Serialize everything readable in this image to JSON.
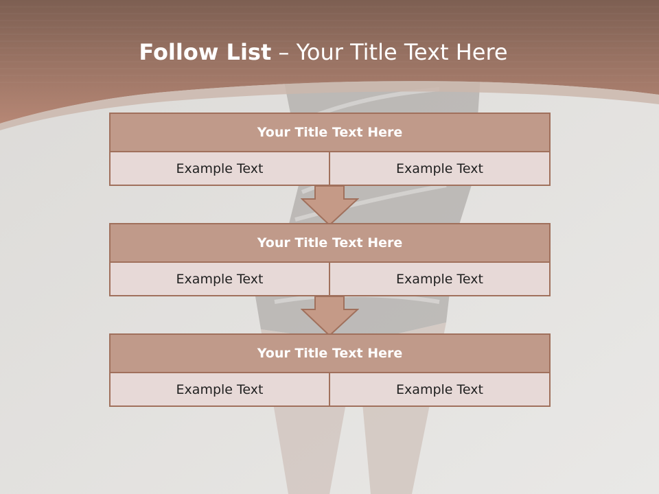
{
  "slide": {
    "title_bold": "Follow List",
    "title_rest": " – Your Title Text Here"
  },
  "blocks": [
    {
      "title": "Your Title Text Here",
      "left": "Example Text",
      "right": "Example Text"
    },
    {
      "title": "Your Title Text Here",
      "left": "Example Text",
      "right": "Example Text"
    },
    {
      "title": "Your Title Text Here",
      "left": "Example Text",
      "right": "Example Text"
    }
  ],
  "colors": {
    "banner_top": "#7d5f52",
    "banner_bottom": "#b68775",
    "title_fill": "#c09a8a",
    "cell_fill": "#e7d9d7",
    "border": "#a0705c",
    "arrow_fill": "#c59a87"
  }
}
